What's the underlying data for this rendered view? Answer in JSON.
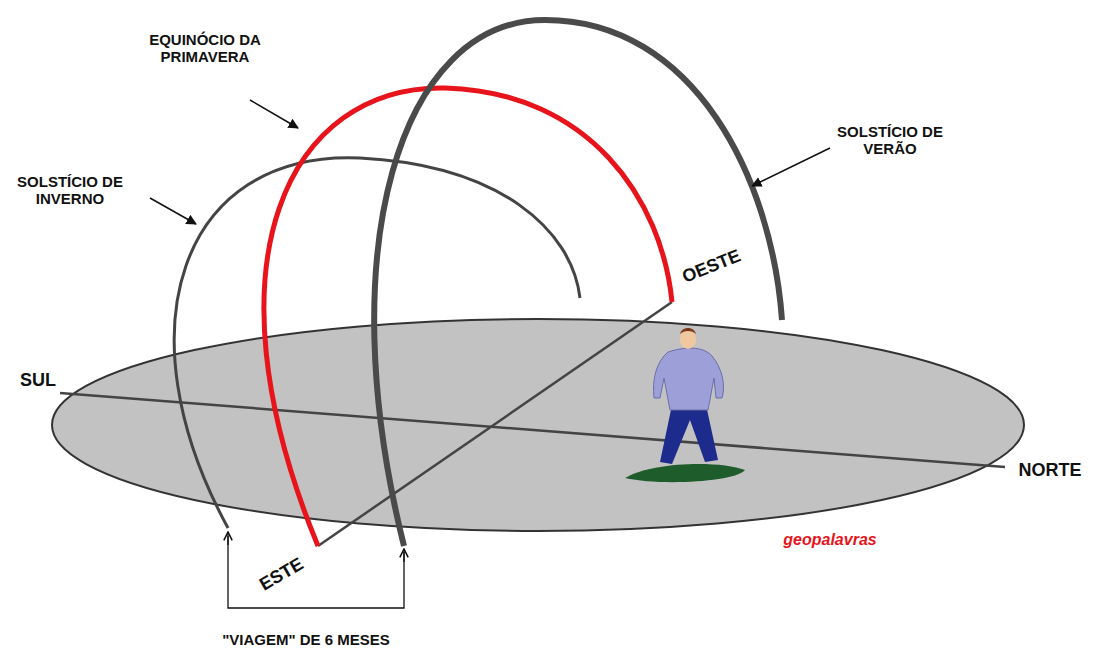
{
  "diagram": {
    "labels": [
      "EQUINÓCIO DA PRIMAVERA",
      "SOLSTÍCIO DE VERÃO",
      "SOLSTÍCIO DE INVERNO",
      "OESTE",
      "SUL",
      "NORTE",
      "ESTE",
      "\"VIAGEM\" DE 6 MESES",
      "geopalavras"
    ]
  }
}
